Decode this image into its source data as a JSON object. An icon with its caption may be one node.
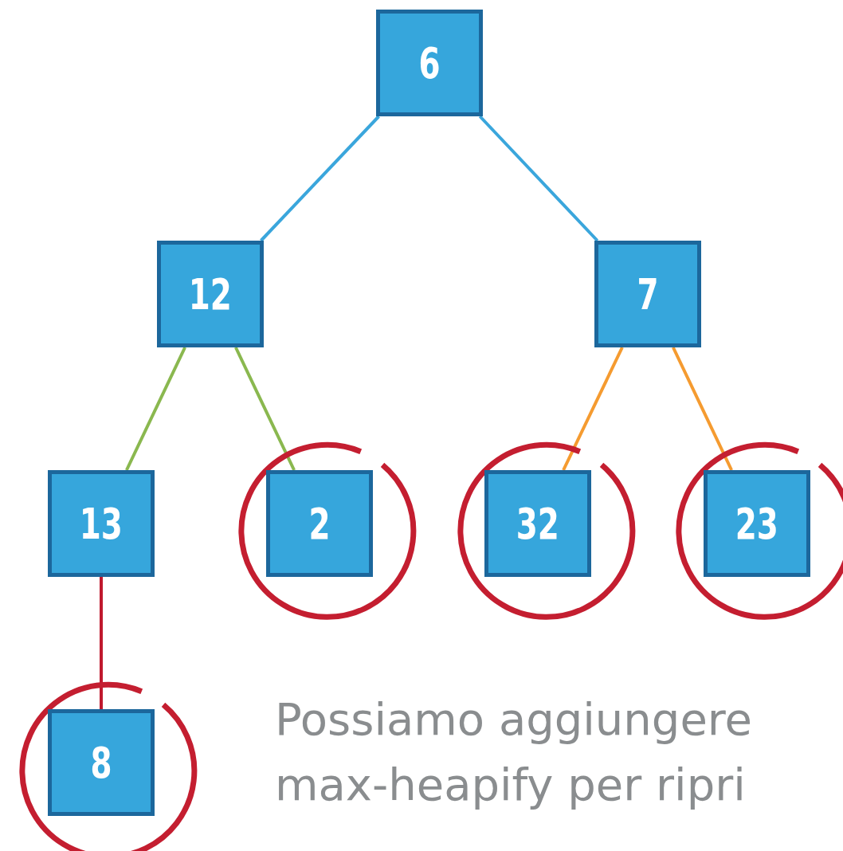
{
  "diagram": {
    "nodes": [
      {
        "text": [
          "6"
        ]
      },
      {
        "text": [
          "12"
        ]
      },
      {
        "text": [
          "7"
        ]
      },
      {
        "text": [
          "13"
        ]
      },
      {
        "text": [
          "2"
        ]
      },
      {
        "text": [
          "32"
        ]
      },
      {
        "text": [
          "23"
        ]
      },
      {
        "text": [
          "8"
        ]
      }
    ],
    "edges": [
      {
        "from": 0,
        "to": 1,
        "arrow": "none"
      },
      {
        "from": 0,
        "to": 2,
        "arrow": "none"
      },
      {
        "from": 1,
        "to": 3,
        "arrow": "none",
        "color": "#8ab84f"
      },
      {
        "from": 1,
        "to": 4,
        "arrow": "none",
        "color": "#8ab84f"
      },
      {
        "from": 2,
        "to": 5,
        "arrow": "none",
        "color": "#f59b30"
      },
      {
        "from": 2,
        "to": 6,
        "arrow": "none",
        "color": "#f59b30"
      },
      {
        "from": 3,
        "to": 7,
        "arrow": "none",
        "color": "#c0192e"
      }
    ],
    "labels": [
      "Possiamo aggiungere max-heapify per ripri"
    ]
  }
}
